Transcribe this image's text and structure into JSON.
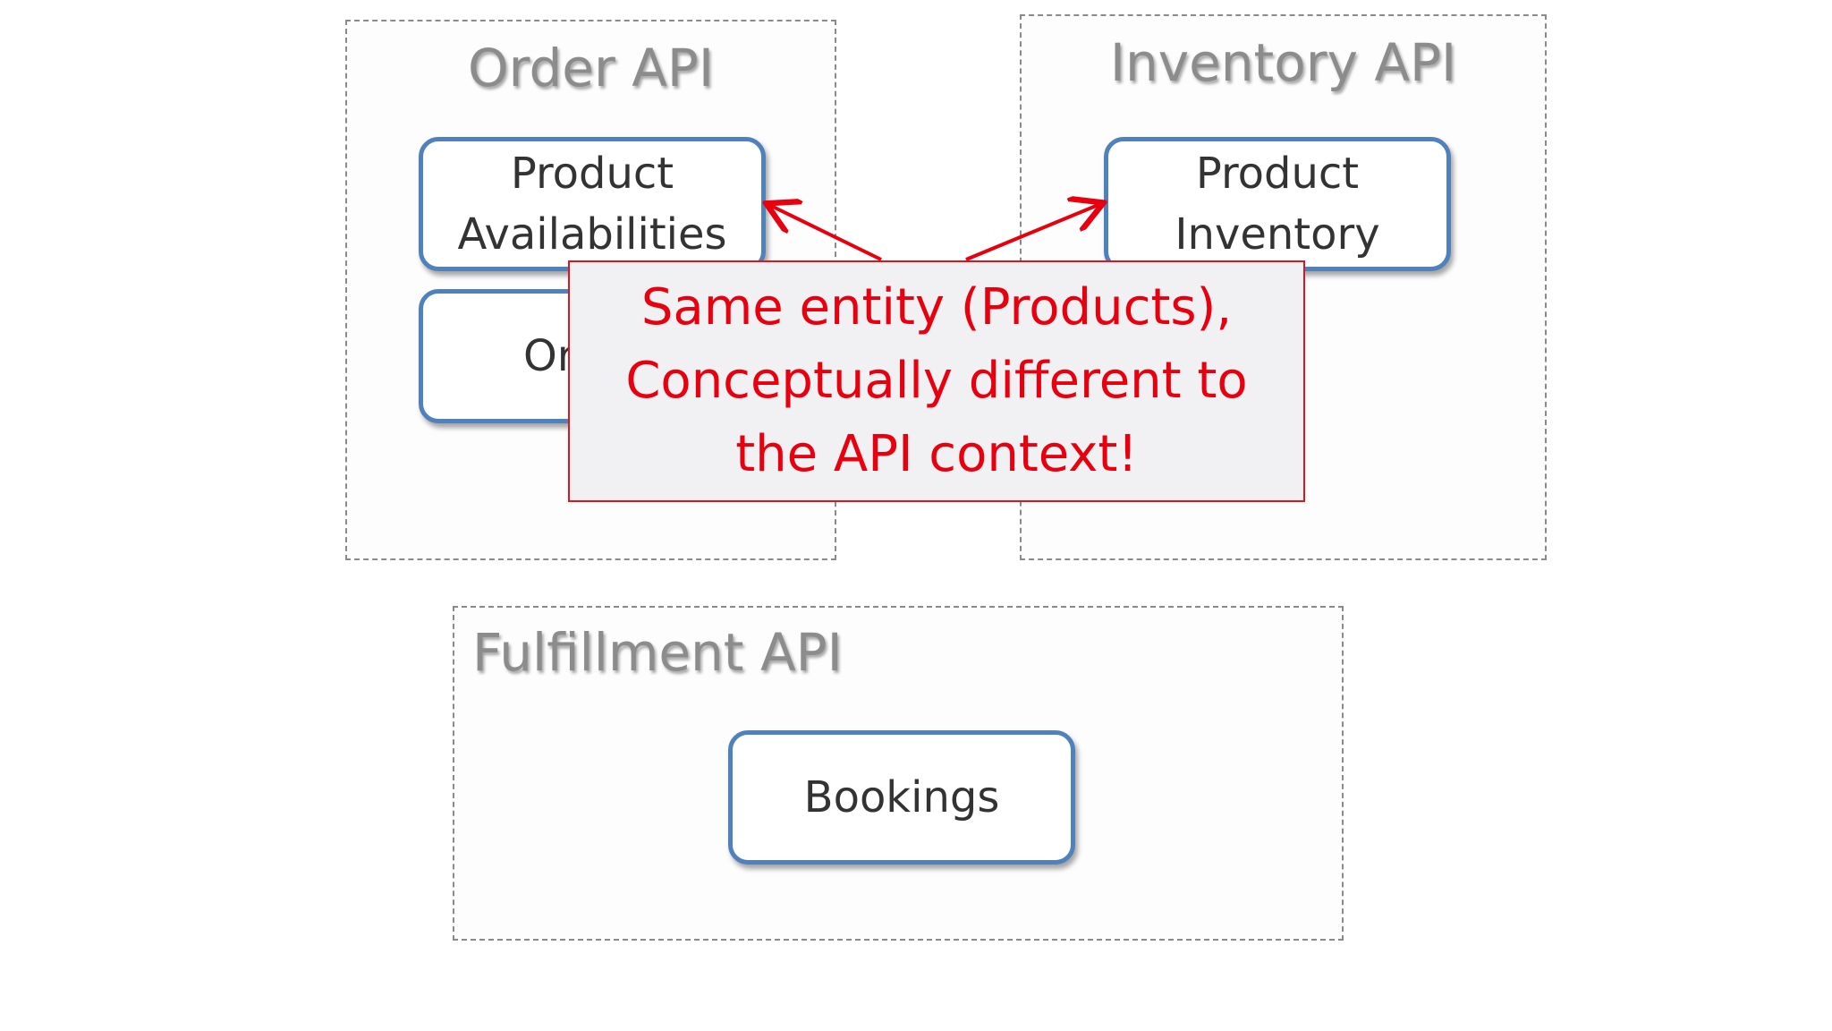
{
  "order_api": {
    "title": "Order API",
    "entities": [
      {
        "lines": [
          "Product",
          "Availabilities"
        ]
      },
      {
        "lines": [
          "Or"
        ]
      }
    ]
  },
  "inventory_api": {
    "title": "Inventory API",
    "entities": [
      {
        "lines": [
          "Product",
          "Inventory"
        ]
      }
    ]
  },
  "fulfillment_api": {
    "title": "Fulfillment API",
    "entities": [
      {
        "lines": [
          "Bookings"
        ]
      }
    ]
  },
  "callout": {
    "lines": [
      "Same entity (Products),",
      "Conceptually different to",
      "the API context!"
    ]
  },
  "colors": {
    "entity_border": "#4f81bd",
    "callout_text": "#e8000f",
    "arrow": "#e8000f",
    "context_border": "#8a8a8a"
  }
}
